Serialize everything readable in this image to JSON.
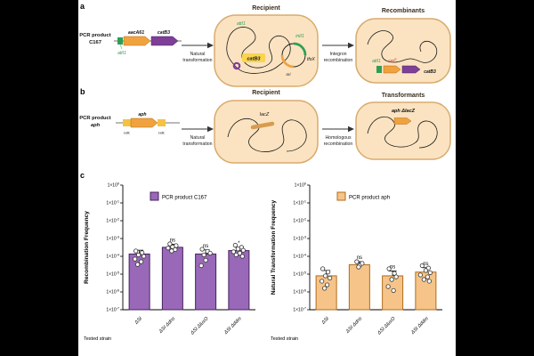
{
  "colors": {
    "purple": "#7e3f98",
    "orange": "#f0a23f",
    "yellow": "#f5c242",
    "green": "#2f9e55",
    "red": "#d5392e",
    "cell_fill": "#fbe3c1",
    "cell_border": "#d9ab6e"
  },
  "panel_a": {
    "label": "a",
    "pcr_label_1": "PCR product",
    "pcr_label_2": "C167",
    "att_site": "attI1",
    "gene_cassette_1": "aacA61",
    "gene_cassette_2": "catB3",
    "step1_line1": "Natural",
    "step1_line2": "transformation",
    "recipient_title": "Recipient",
    "recipient_att": "attI1",
    "recipient_gene": "catB3",
    "plasmid_gene1": "intI1",
    "plasmid_gene2": "tfoX",
    "plasmid_ori": "ori",
    "step2_line1": "Integron",
    "step2_line2": "recombination",
    "result_title": "Recombinants",
    "result_att": "attI1",
    "result_marker": "cm",
    "result_marker_sup": "R",
    "result_gene": "catB3"
  },
  "panel_b": {
    "label": "b",
    "pcr_label_1": "PCR product",
    "pcr_label_2": "aph",
    "gene": "aph",
    "hr_left": "HR",
    "hr_right": "HR",
    "step1_line1": "Natural",
    "step1_line2": "transformation",
    "recipient_title": "Recipient",
    "recipient_gene": "lacZ",
    "step2_line1": "Homologous",
    "step2_line2": "recombination",
    "result_title": "Transformants",
    "result_gene": "aph ΔlacZ"
  },
  "panel_c": {
    "label": "c"
  },
  "chart_data": [
    {
      "type": "bar",
      "yscale": "log10",
      "legend": "PCR product C167",
      "bar_fill": "#9a68b8",
      "bar_edge": "#46245c",
      "ylabel": "Recombination Frequency",
      "xlabel": "Tested strain",
      "categories": [
        "ΔSI",
        "ΔSI Δdns",
        "ΔSI ΔluxO",
        "ΔSI Δddm"
      ],
      "values": [
        0.000135,
        0.00032,
        0.000135,
        0.00021
      ],
      "errors_hi": [
        0.00022,
        0.00048,
        0.00023,
        0.00032
      ],
      "sig": [
        "",
        "ns",
        "ns",
        "*"
      ],
      "ylim_exp": [
        0,
        -7
      ],
      "points": [
        [
          [
            -4,
            0.0002
          ],
          [
            3,
            0.00016
          ],
          [
            -1,
            0.00012
          ],
          [
            5,
            0.0001
          ],
          [
            -5,
            7e-05
          ],
          [
            2,
            5e-05
          ],
          [
            -2,
            3.5e-05
          ]
        ],
        [
          [
            -3,
            0.0005
          ],
          [
            4,
            0.0004
          ],
          [
            0,
            0.00034
          ],
          [
            -5,
            0.00029
          ],
          [
            3,
            0.00024
          ],
          [
            -1,
            0.0002
          ]
        ],
        [
          [
            -4,
            0.00025
          ],
          [
            2,
            0.00019
          ],
          [
            5,
            0.00015
          ],
          [
            -2,
            0.00012
          ],
          [
            0,
            6e-05
          ],
          [
            -5,
            3e-05
          ]
        ],
        [
          [
            -4,
            0.00042
          ],
          [
            3,
            0.00032
          ],
          [
            -1,
            0.00026
          ],
          [
            5,
            0.00022
          ],
          [
            -6,
            0.00018
          ],
          [
            1,
            0.00015
          ],
          [
            -3,
            0.00012
          ],
          [
            4,
            0.0001
          ]
        ]
      ]
    },
    {
      "type": "bar",
      "yscale": "log10",
      "legend": "PCR product aph",
      "bar_fill": "#f6c488",
      "bar_edge": "#b06c1c",
      "ylabel": "Natural Transformation Frequency",
      "xlabel": "Tested strain",
      "categories": [
        "ΔSI",
        "ΔSI Δdns",
        "ΔSI ΔluxO",
        "ΔSI Δddm"
      ],
      "values": [
        8e-06,
        3.4e-05,
        8e-06,
        1.3e-05
      ],
      "errors_hi": [
        1.6e-05,
        5e-05,
        1.5e-05,
        2.3e-05
      ],
      "sig": [
        "",
        "ns",
        "ns",
        "ns"
      ],
      "ylim_exp": [
        0,
        -7
      ],
      "points": [
        [
          [
            -4,
            2e-05
          ],
          [
            2,
            1.3e-05
          ],
          [
            -1,
            8e-06
          ],
          [
            4,
            6e-06
          ],
          [
            -5,
            4e-06
          ],
          [
            1,
            2.5e-06
          ],
          [
            -2,
            1.6e-06
          ]
        ],
        [
          [
            -3,
            5e-05
          ],
          [
            3,
            4e-05
          ],
          [
            0,
            3e-05
          ],
          [
            -1,
            2.5e-05
          ]
        ],
        [
          [
            -4,
            2e-05
          ],
          [
            2,
            1.1e-05
          ],
          [
            4,
            7e-06
          ],
          [
            -1,
            5e-06
          ],
          [
            -5,
            2e-06
          ],
          [
            1,
            1.2e-06
          ]
        ],
        [
          [
            -4,
            3e-05
          ],
          [
            3,
            2.2e-05
          ],
          [
            0,
            1.6e-05
          ],
          [
            5,
            1.2e-05
          ],
          [
            -6,
            9e-06
          ],
          [
            2,
            7e-06
          ],
          [
            -2,
            5e-06
          ],
          [
            4,
            4e-06
          ]
        ]
      ]
    }
  ]
}
